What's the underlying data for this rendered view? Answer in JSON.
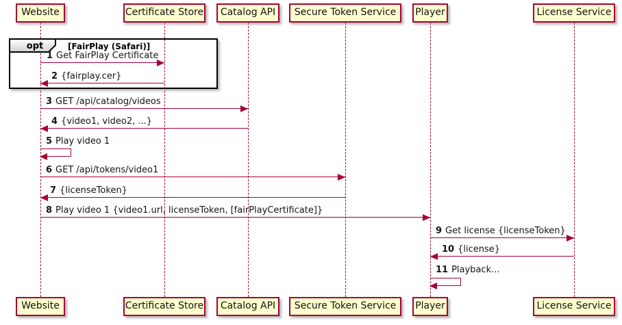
{
  "colors": {
    "participant_fill": "#FEFECE",
    "stroke": "#A80036",
    "frame_border": "#000000",
    "text": "#111111"
  },
  "diagram": {
    "type": "uml-sequence",
    "participants": [
      {
        "name": "Website"
      },
      {
        "name": "Certificate Store"
      },
      {
        "name": "Catalog API"
      },
      {
        "name": "Secure Token Service"
      },
      {
        "name": "Player"
      },
      {
        "name": "License Service"
      }
    ],
    "fragment": {
      "operator": "opt",
      "condition": "[FairPlay (Safari)]"
    },
    "messages": [
      {
        "num": "1",
        "text": "Get FairPlay Certificate",
        "from": "Website",
        "to": "Certificate Store"
      },
      {
        "num": "2",
        "text": "{fairplay.cer}",
        "from": "Certificate Store",
        "to": "Website"
      },
      {
        "num": "3",
        "text": "GET /api/catalog/videos",
        "from": "Website",
        "to": "Catalog API"
      },
      {
        "num": "4",
        "text": "{video1, video2, ...}",
        "from": "Catalog API",
        "to": "Website"
      },
      {
        "num": "5",
        "text": "Play video 1",
        "from": "Website",
        "to": "Website"
      },
      {
        "num": "6",
        "text": "GET /api/tokens/video1",
        "from": "Website",
        "to": "Secure Token Service"
      },
      {
        "num": "7",
        "text": "{licenseToken}",
        "from": "Secure Token Service",
        "to": "Website"
      },
      {
        "num": "8",
        "text": "Play video 1 {video1.url, licenseToken, [fairPlayCertificate]}",
        "from": "Website",
        "to": "Player"
      },
      {
        "num": "9",
        "text": "Get license {licenseToken}",
        "from": "Player",
        "to": "License Service"
      },
      {
        "num": "10",
        "text": "{license}",
        "from": "License Service",
        "to": "Player"
      },
      {
        "num": "11",
        "text": "Playback...",
        "from": "Player",
        "to": "Player"
      }
    ]
  }
}
